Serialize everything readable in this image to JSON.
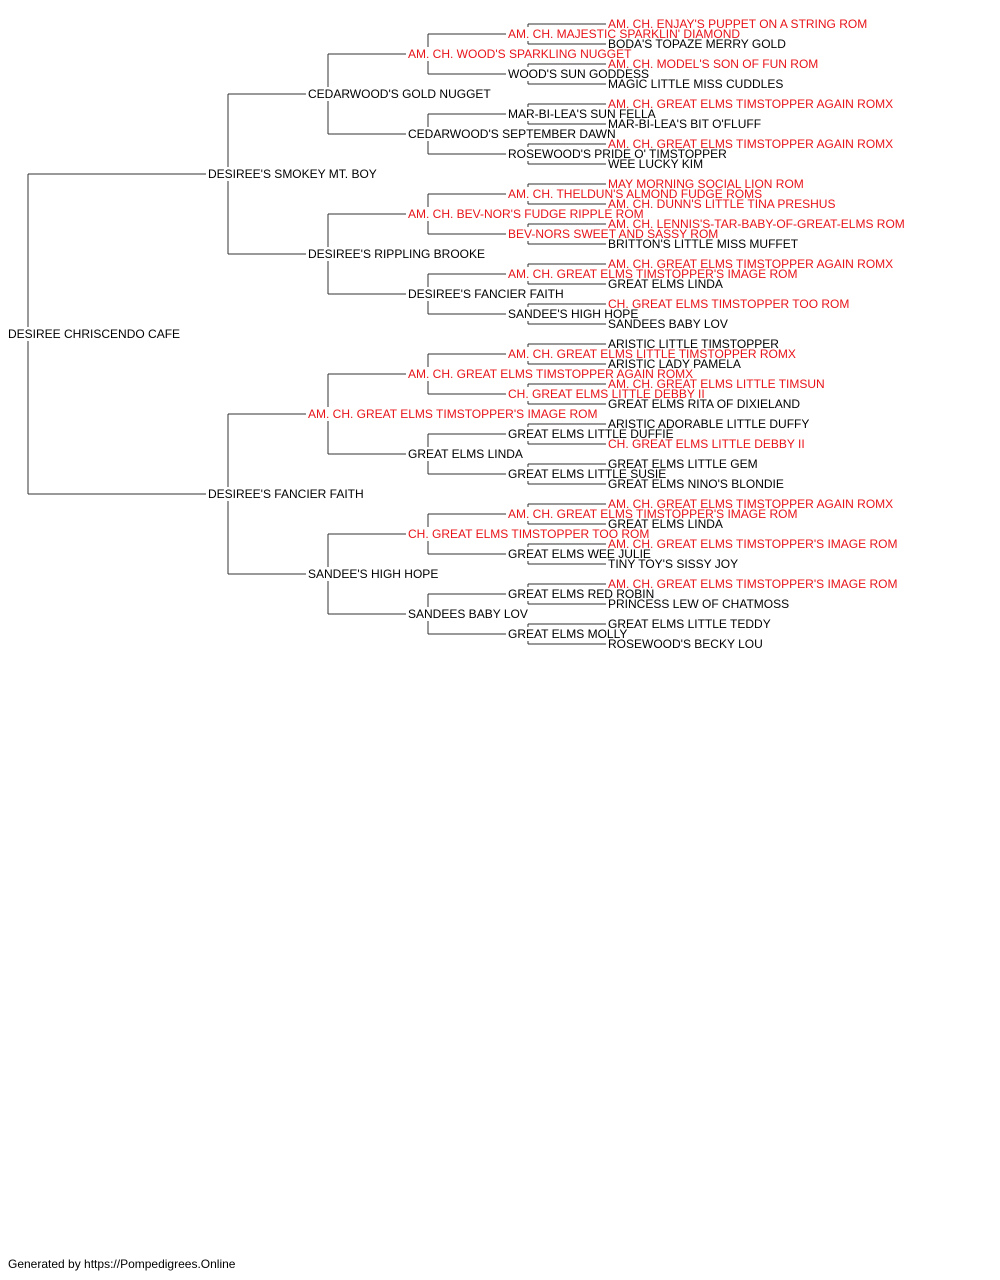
{
  "colors": {
    "champion": "#e8141a",
    "normal": "#000000",
    "connector": "#333333"
  },
  "pedigree": {
    "subject": {
      "name": "DESIREE CHRISCENDO CAFE",
      "champion": false
    },
    "generations": [
      [
        {
          "name": "DESIREE'S SMOKEY MT. BOY",
          "champion": false
        },
        {
          "name": "DESIREE'S FANCIER FAITH",
          "champion": false
        }
      ],
      [
        {
          "name": "CEDARWOOD'S GOLD NUGGET",
          "champion": false
        },
        {
          "name": "DESIREE'S RIPPLING BROOKE",
          "champion": false
        },
        {
          "name": "AM. CH. GREAT ELMS TIMSTOPPER'S IMAGE ROM",
          "champion": true
        },
        {
          "name": "SANDEE'S HIGH HOPE",
          "champion": false
        }
      ],
      [
        {
          "name": "AM. CH. WOOD'S SPARKLING NUGGET",
          "champion": true
        },
        {
          "name": "CEDARWOOD'S SEPTEMBER DAWN",
          "champion": false
        },
        {
          "name": "AM. CH. BEV-NOR'S FUDGE RIPPLE ROM",
          "champion": true
        },
        {
          "name": "DESIREE'S FANCIER FAITH",
          "champion": false
        },
        {
          "name": "AM. CH. GREAT ELMS TIMSTOPPER AGAIN ROMX",
          "champion": true
        },
        {
          "name": "GREAT ELMS LINDA",
          "champion": false
        },
        {
          "name": "CH. GREAT ELMS TIMSTOPPER TOO ROM",
          "champion": true
        },
        {
          "name": "SANDEES BABY LOV",
          "champion": false
        }
      ],
      [
        {
          "name": "AM. CH. MAJESTIC SPARKLIN' DIAMOND",
          "champion": true
        },
        {
          "name": "WOOD'S SUN GODDESS",
          "champion": false
        },
        {
          "name": "MAR-BI-LEA'S SUN FELLA",
          "champion": false
        },
        {
          "name": "ROSEWOOD'S PRIDE O' TIMSTOPPER",
          "champion": false
        },
        {
          "name": "AM. CH. THELDUN'S ALMOND FUDGE ROMS",
          "champion": true
        },
        {
          "name": "BEV-NORS SWEET AND SASSY ROM",
          "champion": true
        },
        {
          "name": "AM. CH. GREAT ELMS TIMSTOPPER'S IMAGE ROM",
          "champion": true
        },
        {
          "name": "SANDEE'S HIGH HOPE",
          "champion": false
        },
        {
          "name": "AM. CH. GREAT ELMS LITTLE TIMSTOPPER ROMX",
          "champion": true
        },
        {
          "name": "CH. GREAT ELMS LITTLE DEBBY II",
          "champion": true
        },
        {
          "name": "GREAT ELMS LITTLE DUFFIE",
          "champion": false
        },
        {
          "name": "GREAT ELMS LITTLE SUSIE",
          "champion": false
        },
        {
          "name": "AM. CH. GREAT ELMS TIMSTOPPER'S IMAGE ROM",
          "champion": true
        },
        {
          "name": "GREAT ELMS WEE JULIE",
          "champion": false
        },
        {
          "name": "GREAT ELMS RED ROBIN",
          "champion": false
        },
        {
          "name": "GREAT ELMS MOLLY",
          "champion": false
        }
      ],
      [
        {
          "name": "AM. CH. ENJAY'S PUPPET ON A STRING ROM",
          "champion": true
        },
        {
          "name": "BODA'S TOPAZE MERRY GOLD",
          "champion": false
        },
        {
          "name": "AM. CH. MODEL'S SON OF FUN ROM",
          "champion": true
        },
        {
          "name": "MAGIC LITTLE MISS CUDDLES",
          "champion": false
        },
        {
          "name": "AM. CH. GREAT ELMS TIMSTOPPER AGAIN ROMX",
          "champion": true
        },
        {
          "name": "MAR-BI-LEA'S BIT O'FLUFF",
          "champion": false
        },
        {
          "name": "AM. CH. GREAT ELMS TIMSTOPPER AGAIN ROMX",
          "champion": true
        },
        {
          "name": "WEE LUCKY KIM",
          "champion": false
        },
        {
          "name": "MAY MORNING SOCIAL LION ROM",
          "champion": true
        },
        {
          "name": "AM. CH. DUNN'S LITTLE TINA PRESHUS",
          "champion": true
        },
        {
          "name": "AM. CH. LENNIS'S-TAR-BABY-OF-GREAT-ELMS ROM",
          "champion": true
        },
        {
          "name": "BRITTON'S LITTLE MISS MUFFET",
          "champion": false
        },
        {
          "name": "AM. CH. GREAT ELMS TIMSTOPPER AGAIN ROMX",
          "champion": true
        },
        {
          "name": "GREAT ELMS LINDA",
          "champion": false
        },
        {
          "name": "CH. GREAT ELMS TIMSTOPPER TOO ROM",
          "champion": true
        },
        {
          "name": "SANDEES BABY LOV",
          "champion": false
        },
        {
          "name": "ARISTIC LITTLE TIMSTOPPER",
          "champion": false
        },
        {
          "name": "ARISTIC LADY PAMELA",
          "champion": false
        },
        {
          "name": "AM. CH. GREAT ELMS LITTLE TIMSUN",
          "champion": true
        },
        {
          "name": "GREAT ELMS RITA OF DIXIELAND",
          "champion": false
        },
        {
          "name": "ARISTIC ADORABLE LITTLE DUFFY",
          "champion": false
        },
        {
          "name": "CH. GREAT ELMS LITTLE DEBBY II",
          "champion": true
        },
        {
          "name": "GREAT ELMS LITTLE GEM",
          "champion": false
        },
        {
          "name": "GREAT ELMS NINO'S BLONDIE",
          "champion": false
        },
        {
          "name": "AM. CH. GREAT ELMS TIMSTOPPER AGAIN ROMX",
          "champion": true
        },
        {
          "name": "GREAT ELMS LINDA",
          "champion": false
        },
        {
          "name": "AM. CH. GREAT ELMS TIMSTOPPER'S IMAGE ROM",
          "champion": true
        },
        {
          "name": "TINY TOY'S SISSY JOY",
          "champion": false
        },
        {
          "name": "AM. CH. GREAT ELMS TIMSTOPPER'S IMAGE ROM",
          "champion": true
        },
        {
          "name": "PRINCESS LEW OF CHATMOSS",
          "champion": false
        },
        {
          "name": "GREAT ELMS LITTLE TEDDY",
          "champion": false
        },
        {
          "name": "ROSEWOOD'S BECKY LOU",
          "champion": false
        }
      ]
    ]
  },
  "footer": {
    "text": "Generated by https://Pompedigrees.Online"
  }
}
